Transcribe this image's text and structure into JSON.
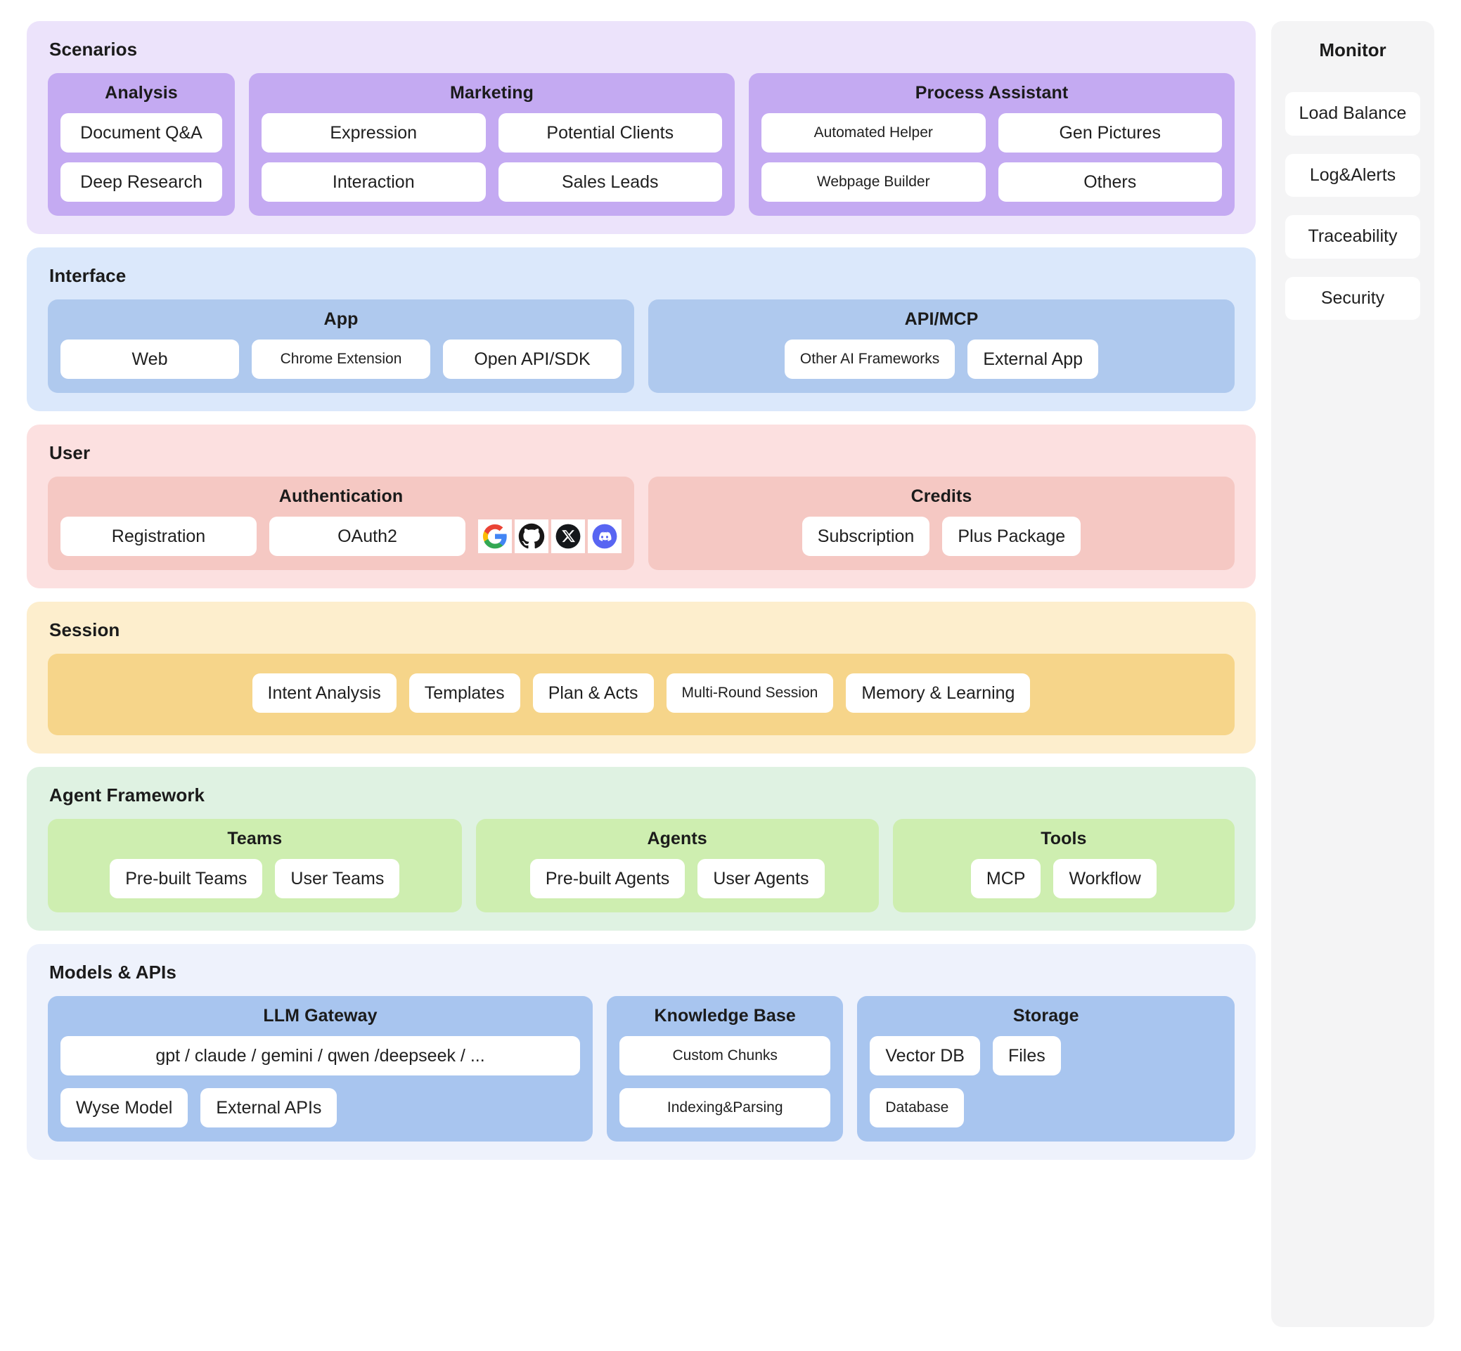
{
  "layers": [
    {
      "key": "scenarios",
      "title": "Scenarios",
      "groups": [
        {
          "title": "Analysis",
          "items": [
            "Document Q&A",
            "Deep Research"
          ]
        },
        {
          "title": "Marketing",
          "items": [
            "Expression",
            "Potential Clients",
            "Interaction",
            "Sales Leads"
          ]
        },
        {
          "title": "Process Assistant",
          "items": [
            "Automated Helper",
            "Gen Pictures",
            "Webpage Builder",
            "Others"
          ]
        }
      ]
    },
    {
      "key": "interface",
      "title": "Interface",
      "groups": [
        {
          "title": "App",
          "items": [
            "Web",
            "Chrome Extension",
            "Open API/SDK"
          ]
        },
        {
          "title": "API/MCP",
          "items": [
            "Other AI Frameworks",
            "External App"
          ]
        }
      ]
    },
    {
      "key": "user",
      "title": "User",
      "groups": [
        {
          "title": "Authentication",
          "items": [
            "Registration",
            "OAuth2"
          ],
          "social_icons": [
            "google-icon",
            "github-icon",
            "x-twitter-icon",
            "discord-icon"
          ]
        },
        {
          "title": "Credits",
          "items": [
            "Subscription",
            "Plus Package"
          ]
        }
      ]
    },
    {
      "key": "session",
      "title": "Session",
      "groups": [
        {
          "title": "",
          "items": [
            "Intent Analysis",
            "Templates",
            "Plan & Acts",
            "Multi-Round Session",
            "Memory & Learning"
          ]
        }
      ]
    },
    {
      "key": "agent",
      "title": "Agent Framework",
      "groups": [
        {
          "title": "Teams",
          "items": [
            "Pre-built Teams",
            "User Teams"
          ]
        },
        {
          "title": "Agents",
          "items": [
            "Pre-built Agents",
            "User Agents"
          ]
        },
        {
          "title": "Tools",
          "items": [
            "MCP",
            "Workflow"
          ]
        }
      ]
    },
    {
      "key": "models",
      "title": "Models & APIs",
      "groups": [
        {
          "title": "LLM Gateway",
          "items": [
            "gpt / claude / gemini / qwen /deepseek / ...",
            "Wyse Model",
            "External APIs"
          ]
        },
        {
          "title": "Knowledge Base",
          "items": [
            "Custom Chunks",
            "Indexing&Parsing"
          ]
        },
        {
          "title": "Storage",
          "items": [
            "Vector DB",
            "Files",
            "Database"
          ]
        }
      ]
    }
  ],
  "monitor": {
    "title": "Monitor",
    "items": [
      "Load Balance",
      "Log&Alerts",
      "Traceability",
      "Security"
    ]
  },
  "colors": {
    "page_background": "#ffffff",
    "scenarios_layer": "#ece3fb",
    "scenarios_group": "#c4aaf2",
    "interface_layer": "#dbe8fb",
    "interface_group": "#afc9ee",
    "user_layer": "#fce0e0",
    "user_group": "#f5c8c3",
    "session_layer": "#fdeecd",
    "session_group": "#f6d58a",
    "agent_layer": "#dff2e2",
    "agent_group": "#ceeeb0",
    "models_layer": "#eef2fc",
    "models_group": "#a8c5ef",
    "monitor_panel": "#f4f4f5",
    "chip": "#ffffff",
    "text": "#1f1f1f"
  }
}
